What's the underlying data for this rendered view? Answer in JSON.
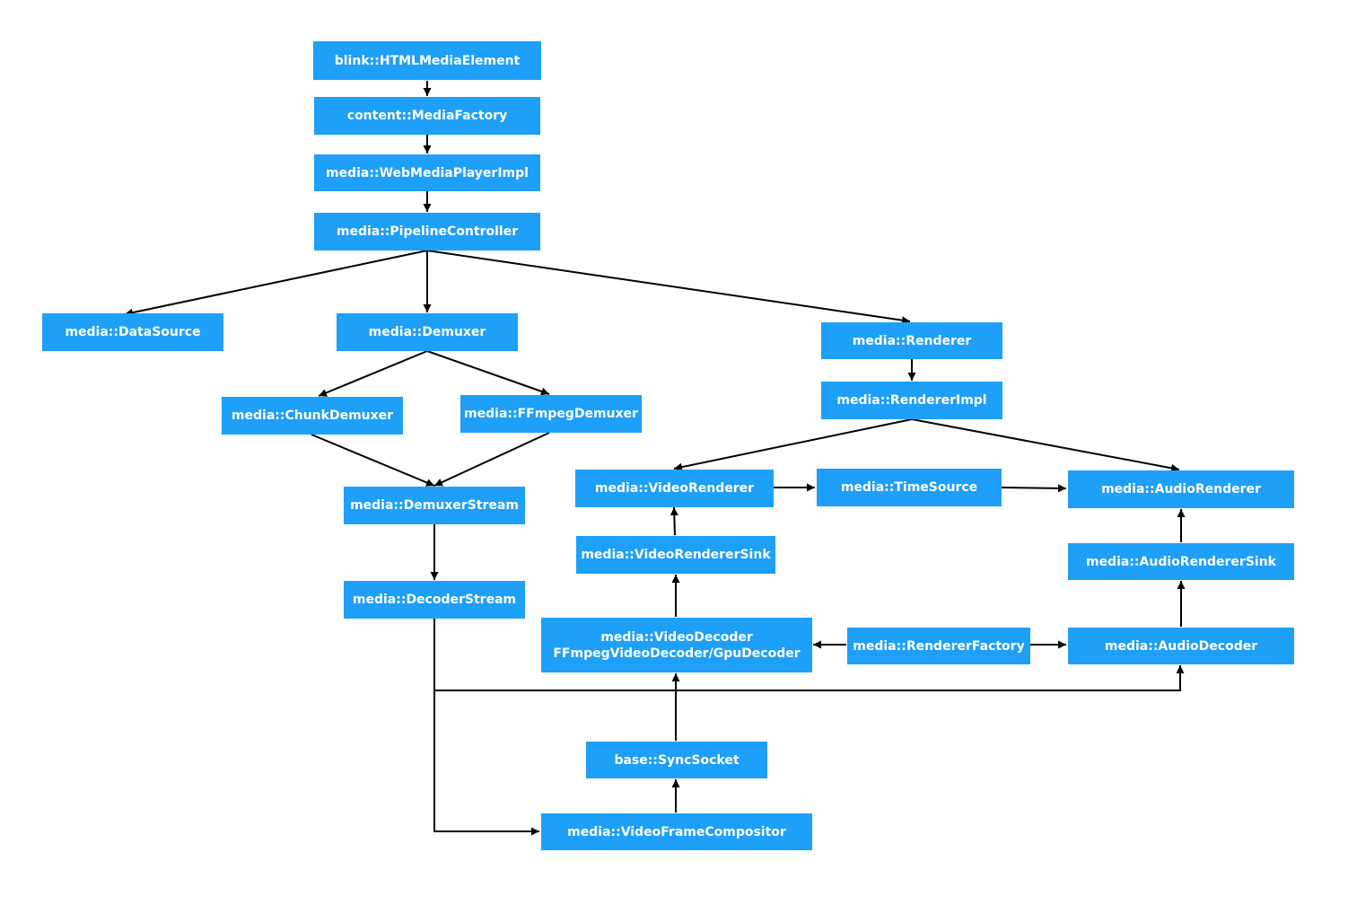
{
  "diagram": {
    "nodes": {
      "html_media_element": "blink::HTMLMediaElement",
      "media_factory": "content::MediaFactory",
      "web_media_player_impl": "media::WebMediaPlayerImpl",
      "pipeline_controller": "media::PipelineController",
      "data_source": "media::DataSource",
      "demuxer": "media::Demuxer",
      "renderer": "media::Renderer",
      "chunk_demuxer": "media::ChunkDemuxer",
      "ffmpeg_demuxer": "media::FFmpegDemuxer",
      "renderer_impl": "media::RendererImpl",
      "demuxer_stream": "media::DemuxerStream",
      "decoder_stream": "media::DecoderStream",
      "video_renderer": "media::VideoRenderer",
      "time_source": "media::TimeSource",
      "audio_renderer": "media::AudioRenderer",
      "video_renderer_sink": "media::VideoRendererSink",
      "audio_renderer_sink": "media::AudioRendererSink",
      "video_decoder_line1": "media::VideoDecoder",
      "video_decoder_line2": "FFmpegVideoDecoder/GpuDecoder",
      "renderer_factory": "media::RendererFactory",
      "audio_decoder": "media::AudioDecoder",
      "sync_socket": "base::SyncSocket",
      "video_frame_compositor": "media::VideoFrameCompositor"
    },
    "colors": {
      "node_fill": "#1e9ff8",
      "node_text": "#ffffff",
      "edge": "#000000"
    }
  }
}
